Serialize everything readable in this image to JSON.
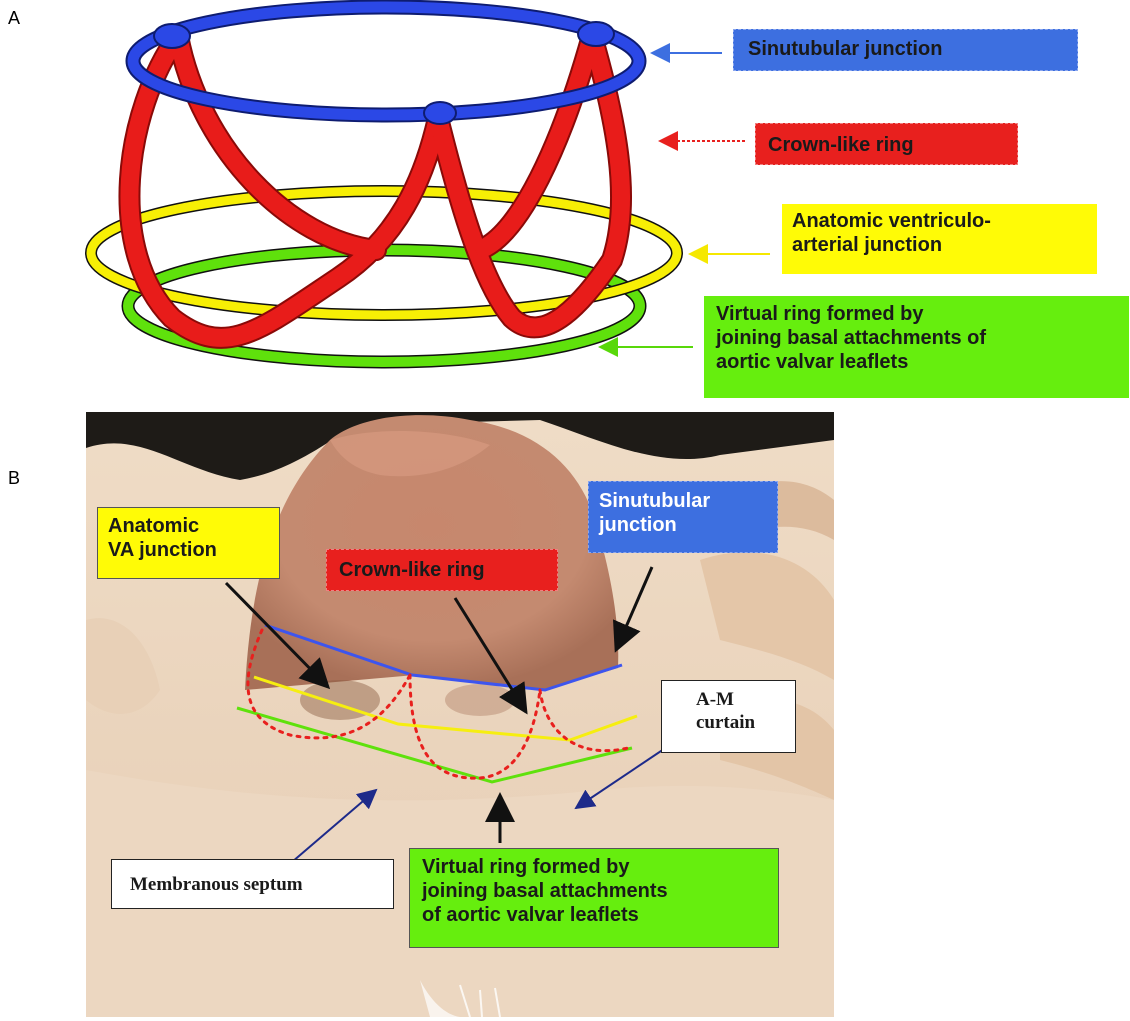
{
  "panels": {
    "a": {
      "letter": "A",
      "labels": {
        "sinutubular": "Sinutubular junction",
        "crown": "Crown-like ring",
        "va_junction": [
          "Anatomic ventriculo-",
          "arterial junction"
        ],
        "virtual_ring": [
          "Virtual ring formed by",
          "joining basal attachments of",
          "aortic valvar leaflets"
        ]
      }
    },
    "b": {
      "letter": "B",
      "labels": {
        "anatomic_va": [
          "Anatomic",
          "VA junction"
        ],
        "crown": "Crown-like ring",
        "sinutubular": [
          "Sinutubular",
          "junction"
        ],
        "am_curtain": [
          "A-M",
          "curtain"
        ],
        "membranous": "Membranous septum",
        "virtual_ring": [
          "Virtual ring formed by",
          "joining basal attachments",
          "of aortic valvar leaflets"
        ]
      }
    }
  },
  "colors": {
    "blue": "#3d6fe0",
    "red": "#e8201e",
    "yellow": "#fffb06",
    "green": "#66ee0e",
    "tissue": "#e9d2bc",
    "aorta": "#c98d74",
    "background_dark": "#1e1b17"
  }
}
